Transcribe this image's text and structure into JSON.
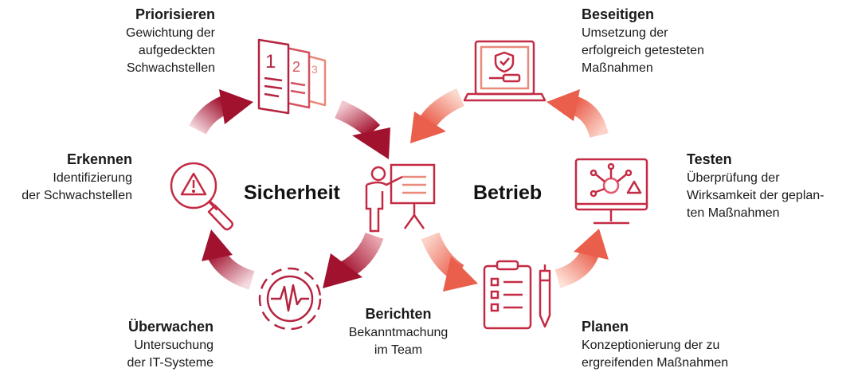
{
  "center": {
    "left_label": "Sicherheit",
    "right_label": "Betrieb"
  },
  "steps": {
    "priorisieren": {
      "title": "Priorisieren",
      "desc": "Gewichtung der\naufgedeckten\nSchwachstellen",
      "icon": "ranked-documents-icon"
    },
    "erkennen": {
      "title": "Erkennen",
      "desc": "Identifizierung\nder Schwachstellen",
      "icon": "magnifier-warning-icon"
    },
    "ueberwachen": {
      "title": "Überwachen",
      "desc": "Untersuchung\nder IT-Systeme",
      "icon": "gear-pulse-icon"
    },
    "berichten": {
      "title": "Berichten",
      "desc": "Bekanntmachung\nim Team",
      "icon": "presenter-board-icon"
    },
    "planen": {
      "title": "Planen",
      "desc": "Konzeptionierung der zu\nergreifenden Maßnahmen",
      "icon": "checklist-pen-icon"
    },
    "testen": {
      "title": "Testen",
      "desc": "Überprüfung der\nWirksamkeit der geplan-\nten Maßnahmen",
      "icon": "monitor-network-icon"
    },
    "beseitigen": {
      "title": "Beseitigen",
      "desc": "Umsetzung der\nerfolgreich getesteten\nMaßnahmen",
      "icon": "laptop-shield-icon"
    }
  },
  "colors": {
    "dark_red": "#a1122f",
    "mid_red": "#c43a4b",
    "coral": "#ea5e4c",
    "light_coral": "#f6a58f",
    "text": "#1a1a1a"
  }
}
